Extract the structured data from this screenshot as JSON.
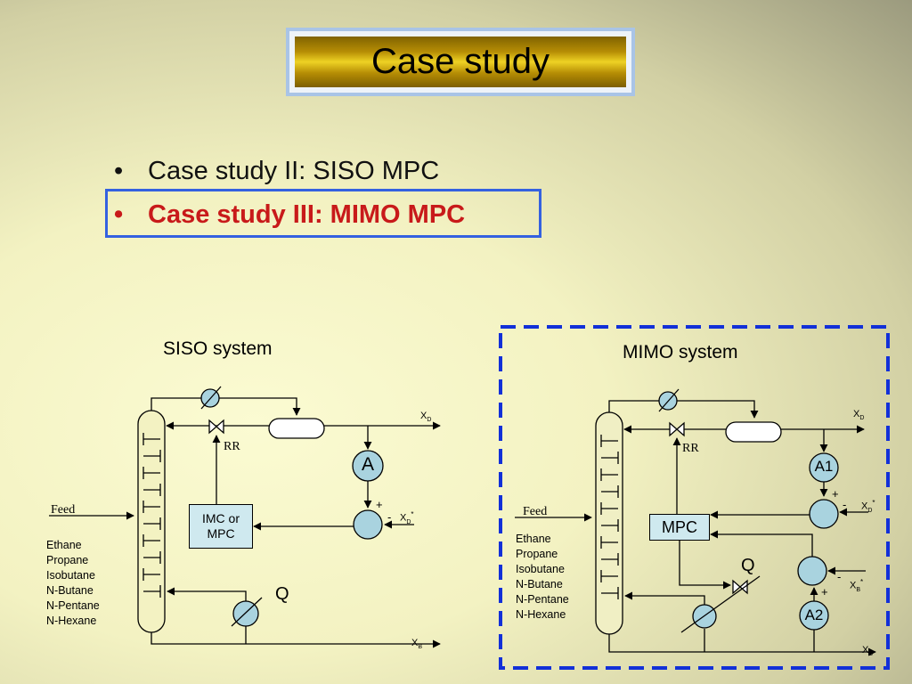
{
  "slide": {
    "title": "Case study",
    "bullets": [
      {
        "bullet": "•",
        "text": "Case study II: SISO MPC"
      },
      {
        "bullet": "•",
        "text": "Case study III: MIMO MPC"
      }
    ]
  },
  "siso": {
    "title": "SISO system",
    "feed_label": "Feed",
    "components": [
      "Ethane",
      "Propane",
      "Isobutane",
      "N-Butane",
      "N-Pentane",
      "N-Hexane"
    ],
    "rr_label": "RR",
    "controller_label": "IMC or MPC",
    "analyzer_label": "A",
    "q_label": "Q",
    "xd_label": "X",
    "xd_sub": "D",
    "xb_label": "X",
    "xb_sub": "B",
    "xd_set_label": "X",
    "xd_set_sub": "D",
    "xd_set_sup": "*",
    "plus": "+",
    "minus": "-"
  },
  "mimo": {
    "title": "MIMO system",
    "feed_label": "Feed",
    "components": [
      "Ethane",
      "Propane",
      "Isobutane",
      "N-Butane",
      "N-Pentane",
      "N-Hexane"
    ],
    "rr_label": "RR",
    "controller_label": "MPC",
    "analyzer_top_label": "A1",
    "analyzer_bottom_label": "A2",
    "q_label": "Q",
    "xd_label": "X",
    "xd_sub": "D",
    "xb_label": "X",
    "xb_sub": "B",
    "xd_set_label": "X",
    "xd_set_sub": "D",
    "xd_set_sup": "*",
    "xb_set_label": "X",
    "xb_set_sub": "B",
    "xb_set_sup": "*",
    "plus_top": "+",
    "minus_top": "-",
    "plus_bottom": "+",
    "minus_bottom": "-"
  },
  "colors": {
    "highlight_border": "#3461e0",
    "mimo_dashed_border": "#1230d8",
    "bullet_highlight_text": "#c81a1a",
    "controller_fill": "#cfe9ef",
    "summer_fill": "#a9d3df"
  }
}
